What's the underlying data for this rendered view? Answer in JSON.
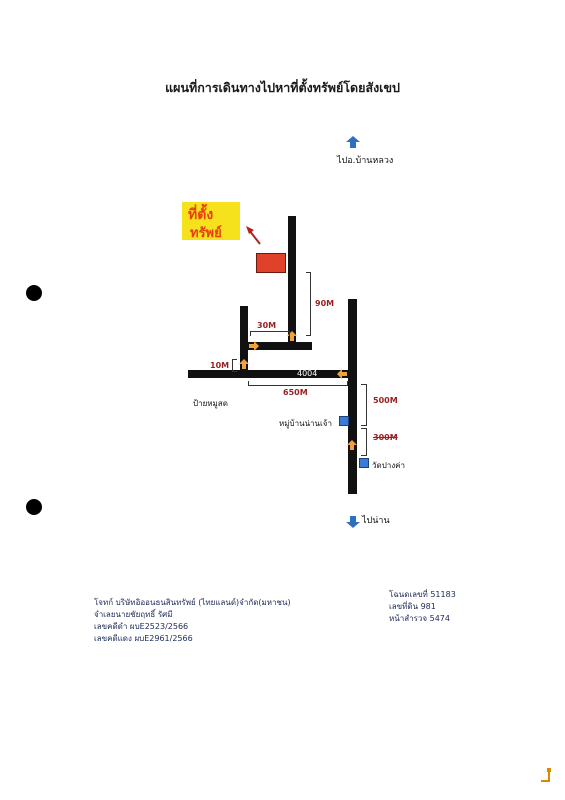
{
  "title": "แผนที่การเดินทางไปหาที่ตั้งทรัพย์โดยสังเขป",
  "labels": {
    "north_dest": "ไปอ.บ้านหลวง",
    "south_dest": "ไปน่าน",
    "property_line1": "ที่ตั้ง",
    "property_line2": "ทรัพย์",
    "road_number": "4004",
    "sign_left": "ป้ายหมูสด",
    "village": "หมู่บ้านน่านเจ้า",
    "temple": "วัดปางค่า"
  },
  "distances": {
    "d90": "90M",
    "d30": "30M",
    "d10": "10M",
    "d650": "650M",
    "d500": "500M",
    "d300": "300M"
  },
  "plaintiff": {
    "line1": "โจทก์ บริษัทอิออนธนสินทรัพย์ (ไทยแลนด์)จำกัด(มหาชน)",
    "line2": "จำเลยนายชัยฤทธิ์ รัศมี",
    "line3": "เลขคดีดำ ผบE2523/2566",
    "line4": "เลขคดีแดง ผบE2961/2566"
  },
  "deed": {
    "line1": "โฉนดเลขที่ 51183",
    "line2": "เลขที่ดิน  981",
    "line3": "หน้าสำรวจ 5474"
  },
  "colors": {
    "road": "#111111",
    "property_box": "#f5e11c",
    "property_text": "#e8400c",
    "property_marker": "#e0412b",
    "arrow_orange": "#f2a23a",
    "arrow_blue": "#2f6fc0",
    "distance_text": "#9a1f1f",
    "landmark_blue": "#3a7bd5"
  }
}
